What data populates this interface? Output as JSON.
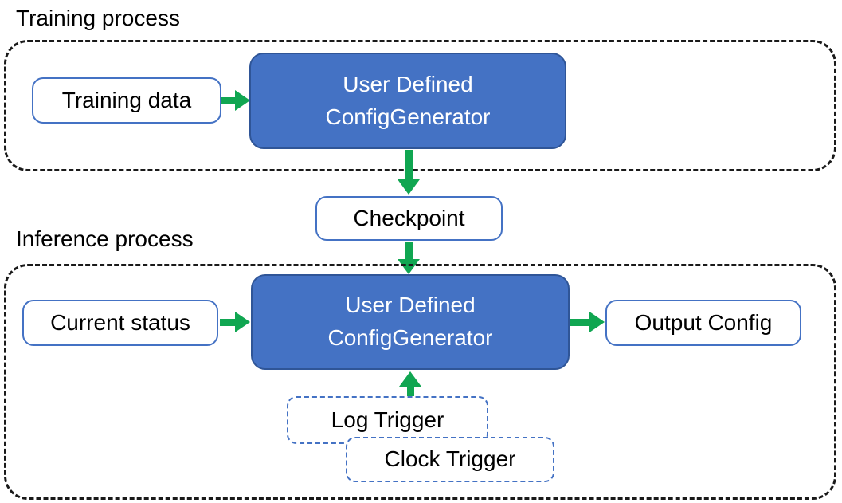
{
  "training": {
    "label": "Training process",
    "input": "Training data",
    "generator": {
      "line1": "User Defined",
      "line2": "ConfigGenerator"
    }
  },
  "checkpoint": {
    "label": "Checkpoint"
  },
  "inference": {
    "label": "Inference process",
    "input": "Current status",
    "generator": {
      "line1": "User Defined",
      "line2": "ConfigGenerator"
    },
    "output": "Output Config",
    "triggers": {
      "log": "Log Trigger",
      "clock": "Clock Trigger"
    }
  },
  "colors": {
    "node_fill_blue": "#4472C4",
    "node_border_dark_blue": "#2F5597",
    "outline_blue": "#4472C4",
    "arrow_green": "#10A651",
    "container_dash_black": "#1A1A1A"
  }
}
